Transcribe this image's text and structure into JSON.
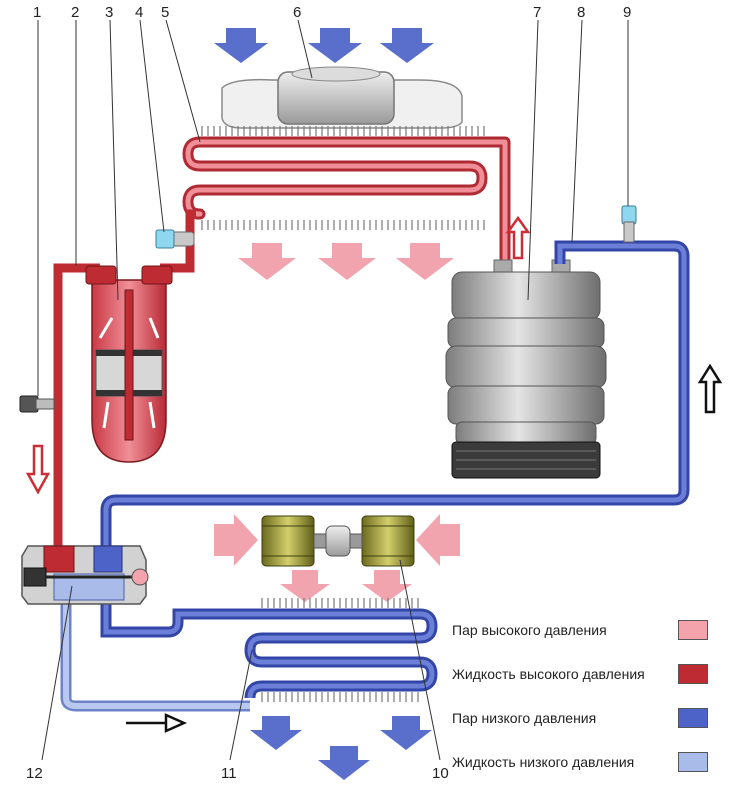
{
  "colors": {
    "hp_vapor": "#f4a3ad",
    "hp_liquid": "#bf2b32",
    "lp_vapor": "#4e63c8",
    "lp_liquid": "#a9bbe8",
    "airflow_hot": "#f2a4ae",
    "airflow_cold": "#5a6fcc"
  },
  "callouts": [
    "1",
    "2",
    "3",
    "4",
    "5",
    "6",
    "7",
    "8",
    "9",
    "10",
    "11",
    "12"
  ],
  "legend": [
    {
      "label": "Пар высокого давления",
      "color": "#f4a3ad",
      "icon": "hp-vapor-swatch"
    },
    {
      "label": "Жидкость высокого давления",
      "color": "#bf2b32",
      "icon": "hp-liquid-swatch"
    },
    {
      "label": "Пар низкого давления",
      "color": "#4e63c8",
      "icon": "lp-vapor-swatch"
    },
    {
      "label": "Жидкость низкого давления",
      "color": "#a9bbe8",
      "icon": "lp-liquid-swatch"
    }
  ]
}
